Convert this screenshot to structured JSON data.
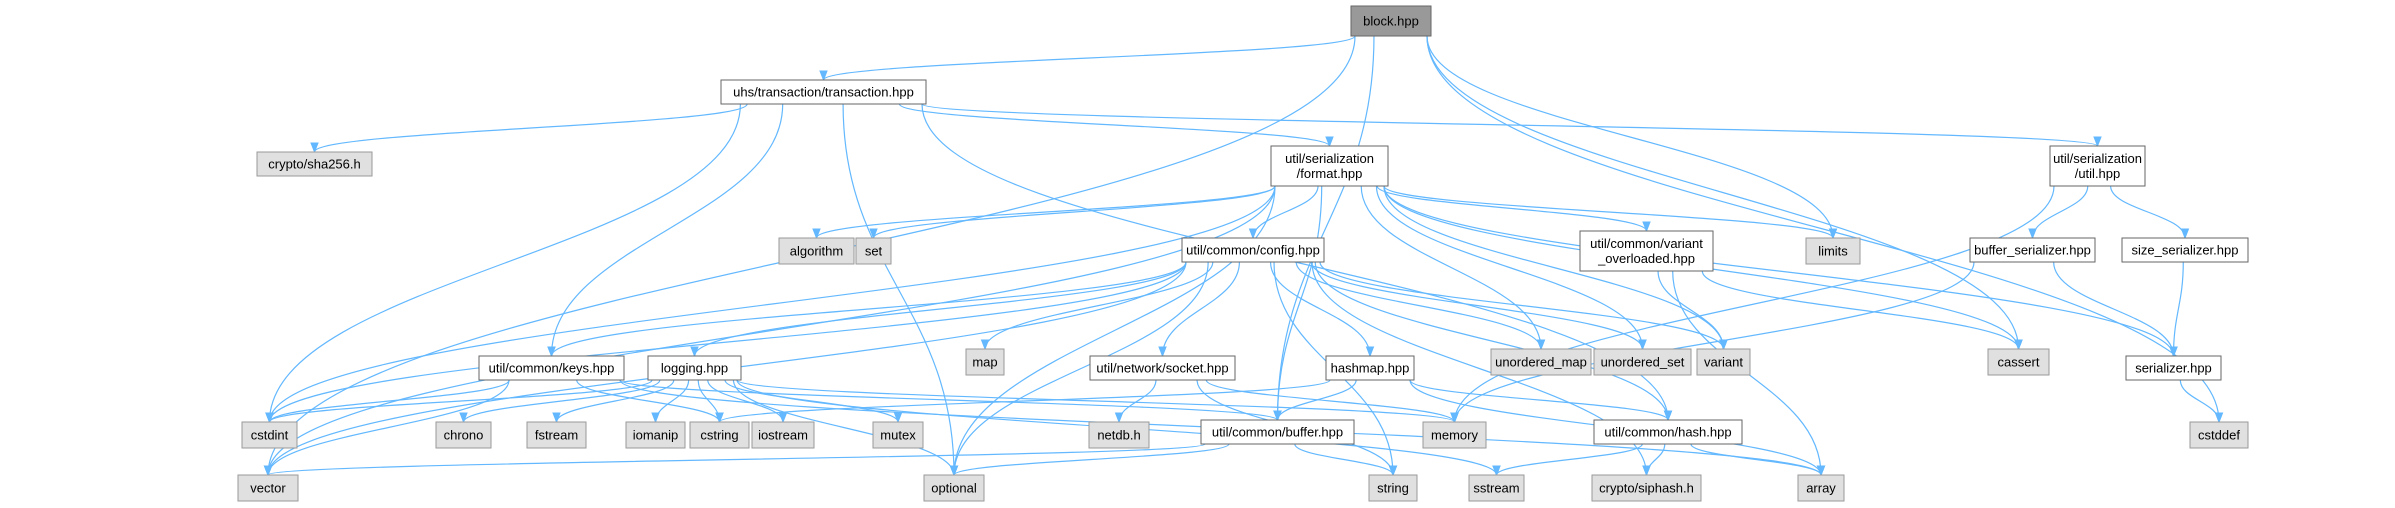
{
  "graph": {
    "nodes": [
      {
        "id": "block",
        "label": [
          "block.hpp"
        ],
        "kind": "root"
      },
      {
        "id": "txn",
        "label": [
          "uhs/transaction/transaction.hpp"
        ],
        "kind": "local"
      },
      {
        "id": "sha256",
        "label": [
          "crypto/sha256.h"
        ],
        "kind": "system"
      },
      {
        "id": "format",
        "label": [
          "util/serialization",
          "/format.hpp"
        ],
        "kind": "local"
      },
      {
        "id": "serutil",
        "label": [
          "util/serialization",
          "/util.hpp"
        ],
        "kind": "local"
      },
      {
        "id": "limits",
        "label": [
          "limits"
        ],
        "kind": "system"
      },
      {
        "id": "algorithm",
        "label": [
          "algorithm"
        ],
        "kind": "system"
      },
      {
        "id": "set",
        "label": [
          "set"
        ],
        "kind": "system"
      },
      {
        "id": "config",
        "label": [
          "util/common/config.hpp"
        ],
        "kind": "local"
      },
      {
        "id": "variantov",
        "label": [
          "util/common/variant",
          "_overloaded.hpp"
        ],
        "kind": "local"
      },
      {
        "id": "bufser",
        "label": [
          "buffer_serializer.hpp"
        ],
        "kind": "local"
      },
      {
        "id": "sizeser",
        "label": [
          "size_serializer.hpp"
        ],
        "kind": "local"
      },
      {
        "id": "map",
        "label": [
          "map"
        ],
        "kind": "system"
      },
      {
        "id": "socket",
        "label": [
          "util/network/socket.hpp"
        ],
        "kind": "local"
      },
      {
        "id": "hashmap",
        "label": [
          "hashmap.hpp"
        ],
        "kind": "local"
      },
      {
        "id": "unordered_map",
        "label": [
          "unordered_map"
        ],
        "kind": "system"
      },
      {
        "id": "unordered_set",
        "label": [
          "unordered_set"
        ],
        "kind": "system"
      },
      {
        "id": "variant",
        "label": [
          "variant"
        ],
        "kind": "system"
      },
      {
        "id": "cassert",
        "label": [
          "cassert"
        ],
        "kind": "system"
      },
      {
        "id": "serializer",
        "label": [
          "serializer.hpp"
        ],
        "kind": "local"
      },
      {
        "id": "keys",
        "label": [
          "util/common/keys.hpp"
        ],
        "kind": "local"
      },
      {
        "id": "logging",
        "label": [
          "logging.hpp"
        ],
        "kind": "local"
      },
      {
        "id": "cstdint",
        "label": [
          "cstdint"
        ],
        "kind": "system"
      },
      {
        "id": "chrono",
        "label": [
          "chrono"
        ],
        "kind": "system"
      },
      {
        "id": "fstream",
        "label": [
          "fstream"
        ],
        "kind": "system"
      },
      {
        "id": "iomanip",
        "label": [
          "iomanip"
        ],
        "kind": "system"
      },
      {
        "id": "cstring",
        "label": [
          "cstring"
        ],
        "kind": "system"
      },
      {
        "id": "iostream",
        "label": [
          "iostream"
        ],
        "kind": "system"
      },
      {
        "id": "mutex",
        "label": [
          "mutex"
        ],
        "kind": "system"
      },
      {
        "id": "netdb",
        "label": [
          "netdb.h"
        ],
        "kind": "system"
      },
      {
        "id": "buffer",
        "label": [
          "util/common/buffer.hpp"
        ],
        "kind": "local"
      },
      {
        "id": "memory",
        "label": [
          "memory"
        ],
        "kind": "system"
      },
      {
        "id": "hash",
        "label": [
          "util/common/hash.hpp"
        ],
        "kind": "local"
      },
      {
        "id": "cstddef",
        "label": [
          "cstddef"
        ],
        "kind": "system"
      },
      {
        "id": "vector",
        "label": [
          "vector"
        ],
        "kind": "system"
      },
      {
        "id": "optional",
        "label": [
          "optional"
        ],
        "kind": "system"
      },
      {
        "id": "string",
        "label": [
          "string"
        ],
        "kind": "system"
      },
      {
        "id": "sstream",
        "label": [
          "sstream"
        ],
        "kind": "system"
      },
      {
        "id": "siphash",
        "label": [
          "crypto/siphash.h"
        ],
        "kind": "system"
      },
      {
        "id": "array",
        "label": [
          "array"
        ],
        "kind": "system"
      }
    ],
    "edges": [
      [
        "block",
        "txn"
      ],
      [
        "block",
        "limits"
      ],
      [
        "block",
        "cassert"
      ],
      [
        "block",
        "cstddef"
      ],
      [
        "block",
        "vector"
      ],
      [
        "block",
        "buffer"
      ],
      [
        "txn",
        "sha256"
      ],
      [
        "txn",
        "format"
      ],
      [
        "txn",
        "serutil"
      ],
      [
        "txn",
        "keys"
      ],
      [
        "txn",
        "cstdint"
      ],
      [
        "txn",
        "optional"
      ],
      [
        "txn",
        "hash"
      ],
      [
        "format",
        "config"
      ],
      [
        "format",
        "variantov"
      ],
      [
        "format",
        "algorithm"
      ],
      [
        "format",
        "set"
      ],
      [
        "format",
        "limits"
      ],
      [
        "format",
        "unordered_map"
      ],
      [
        "format",
        "unordered_set"
      ],
      [
        "format",
        "variant"
      ],
      [
        "format",
        "cassert"
      ],
      [
        "format",
        "serializer"
      ],
      [
        "format",
        "cstdint"
      ],
      [
        "format",
        "vector"
      ],
      [
        "format",
        "optional"
      ],
      [
        "format",
        "buffer"
      ],
      [
        "serutil",
        "bufser"
      ],
      [
        "serutil",
        "sizeser"
      ],
      [
        "serutil",
        "memory"
      ],
      [
        "bufser",
        "serializer"
      ],
      [
        "bufser",
        "memory"
      ],
      [
        "sizeser",
        "serializer"
      ],
      [
        "serializer",
        "cstddef"
      ],
      [
        "variantov",
        "variant"
      ],
      [
        "variantov",
        "array"
      ],
      [
        "variantov",
        "cassert"
      ],
      [
        "config",
        "map"
      ],
      [
        "config",
        "socket"
      ],
      [
        "config",
        "hashmap"
      ],
      [
        "config",
        "unordered_map"
      ],
      [
        "config",
        "unordered_set"
      ],
      [
        "config",
        "variant"
      ],
      [
        "config",
        "keys"
      ],
      [
        "config",
        "logging"
      ],
      [
        "config",
        "cstdint"
      ],
      [
        "config",
        "vector"
      ],
      [
        "config",
        "optional"
      ],
      [
        "config",
        "string"
      ],
      [
        "config",
        "siphash"
      ],
      [
        "config",
        "hash"
      ],
      [
        "socket",
        "netdb"
      ],
      [
        "socket",
        "memory"
      ],
      [
        "socket",
        "string"
      ],
      [
        "hashmap",
        "buffer"
      ],
      [
        "hashmap",
        "hash"
      ],
      [
        "hashmap",
        "cstring"
      ],
      [
        "hashmap",
        "array"
      ],
      [
        "keys",
        "cstdint"
      ],
      [
        "keys",
        "cstring"
      ],
      [
        "keys",
        "vector"
      ],
      [
        "keys",
        "array"
      ],
      [
        "keys",
        "buffer"
      ],
      [
        "logging",
        "chrono"
      ],
      [
        "logging",
        "fstream"
      ],
      [
        "logging",
        "iomanip"
      ],
      [
        "logging",
        "cstring"
      ],
      [
        "logging",
        "iostream"
      ],
      [
        "logging",
        "mutex"
      ],
      [
        "logging",
        "optional"
      ],
      [
        "logging",
        "sstream"
      ],
      [
        "logging",
        "memory"
      ],
      [
        "logging",
        "cstdint"
      ],
      [
        "buffer",
        "vector"
      ],
      [
        "buffer",
        "optional"
      ],
      [
        "buffer",
        "string"
      ],
      [
        "hash",
        "array"
      ],
      [
        "hash",
        "siphash"
      ],
      [
        "hash",
        "sstream"
      ]
    ]
  }
}
